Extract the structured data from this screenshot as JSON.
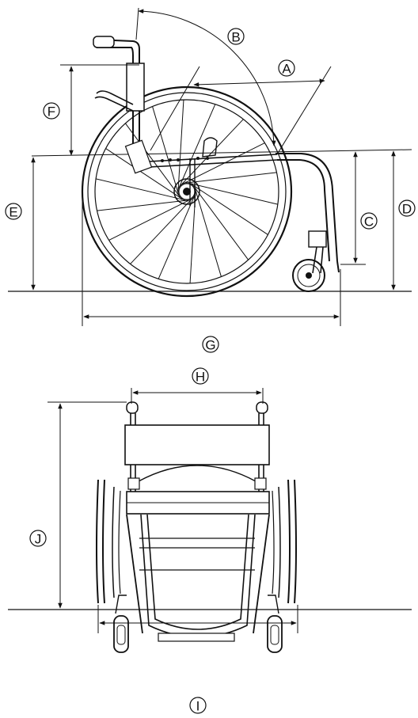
{
  "labels": {
    "A": "A",
    "B": "B",
    "C": "C",
    "D": "D",
    "E": "E",
    "F": "F",
    "G": "G",
    "H": "H",
    "I": "I",
    "J": "J"
  },
  "colors": {
    "line": "#111111",
    "background": "#ffffff"
  }
}
